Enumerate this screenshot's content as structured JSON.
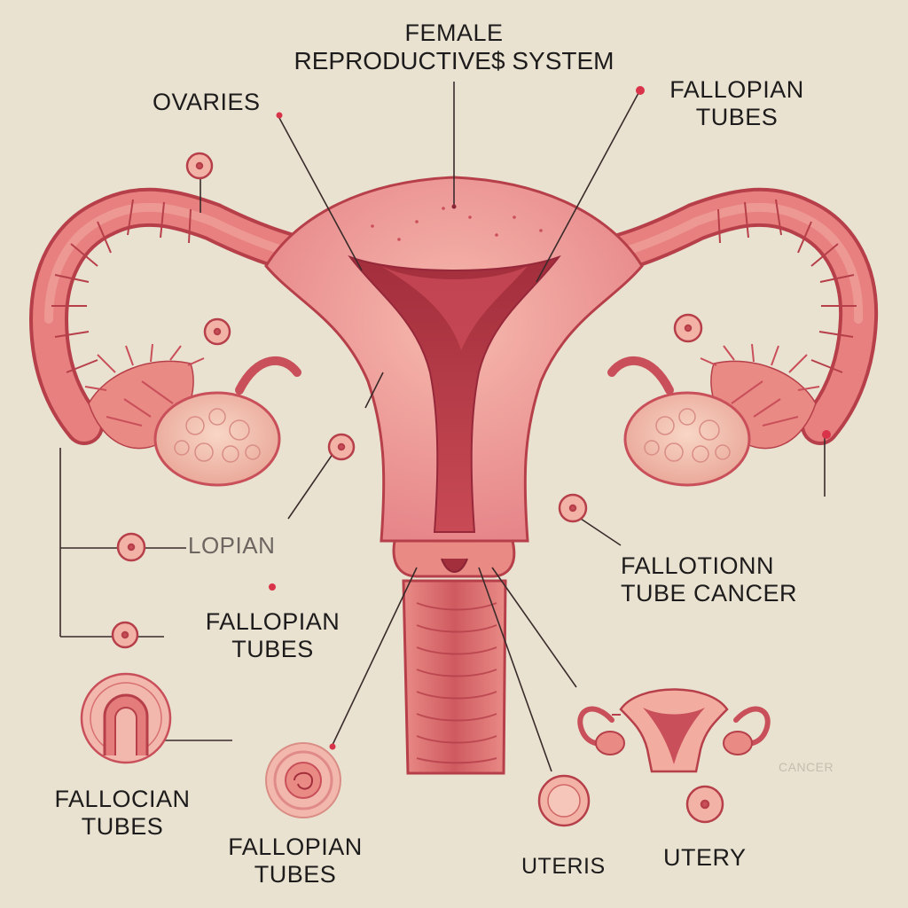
{
  "title": {
    "line1": "FEMALE",
    "line2": "REPRODUCTIVE$ SYSTEM"
  },
  "labels": {
    "ovaries": "OVARIES",
    "fallopian_top_right": {
      "line1": "FALLOPIAN",
      "line2": "TUBES"
    },
    "fragment_left": "LOPIAN",
    "fallopian_mid_left": {
      "line1": "FALLOPIAN",
      "line2": "TUBES"
    },
    "fallotion_tube_cancer": {
      "line1": "FALLOTIONN",
      "line2": "TUBE CANCER"
    },
    "fallocian_bottom_left": {
      "line1": "FALLOCIAN",
      "line2": "TUBES"
    },
    "fallopian_bottom_center": {
      "line1": "FALLOPIAN",
      "line2": "TUBES"
    },
    "uteris": "UTERIS",
    "utery": "UTERY",
    "cancer_faint": "CANCER"
  },
  "colors": {
    "background": "#e9e2d0",
    "tissue": "#e98a84",
    "tissue_light": "#f2aca0",
    "tissue_dark": "#c9505a",
    "outline": "#b63f4a",
    "leader": "#3a2b2b",
    "dot": "#d9334a"
  }
}
